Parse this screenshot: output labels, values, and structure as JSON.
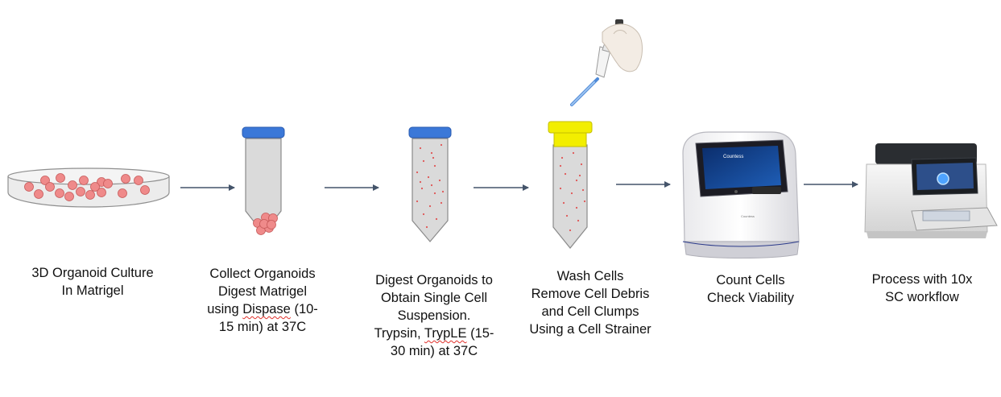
{
  "colors": {
    "arrow": "#44546a",
    "cap_blue": "#3b78d8",
    "cap_yellow": "#f2ee00",
    "tube_fill": "#dadada",
    "tube_stroke": "#8a8a8a",
    "organoid": "#ef8a8a",
    "organoid_stroke": "#c75a5a",
    "cell_dot": "#e05555"
  },
  "steps": [
    {
      "name": "organoid-culture",
      "icon": "petri-dish-icon",
      "caption": [
        "3D Organoid Culture",
        "In Matrigel"
      ]
    },
    {
      "name": "collect-organoids",
      "icon": "tube-with-organoids-icon",
      "caption": [
        "Collect Organoids",
        "Digest Matrigel",
        "using Dispase (10-",
        "15 min) at 37C"
      ]
    },
    {
      "name": "digest-organoids",
      "icon": "tube-with-single-cells-icon",
      "caption": [
        "Digest Organoids to",
        "Obtain Single Cell",
        "Suspension.",
        "Trypsin, TrypLE (15-",
        "30 min) at 37C"
      ]
    },
    {
      "name": "wash-cells",
      "icon": "tube-with-cell-strainer-icon",
      "caption": [
        "Wash Cells",
        "Remove Cell Debris",
        "and Cell Clumps",
        "Using a Cell Strainer"
      ]
    },
    {
      "name": "count-cells",
      "icon": "cell-counter-icon",
      "caption": [
        "Count Cells",
        "Check Viability"
      ]
    },
    {
      "name": "process-10x",
      "icon": "chromium-controller-icon",
      "caption": [
        "Process with 10x",
        "SC workflow"
      ]
    }
  ],
  "device_labels": {
    "counter_screen": "Countess",
    "counter_body": "Countess"
  }
}
